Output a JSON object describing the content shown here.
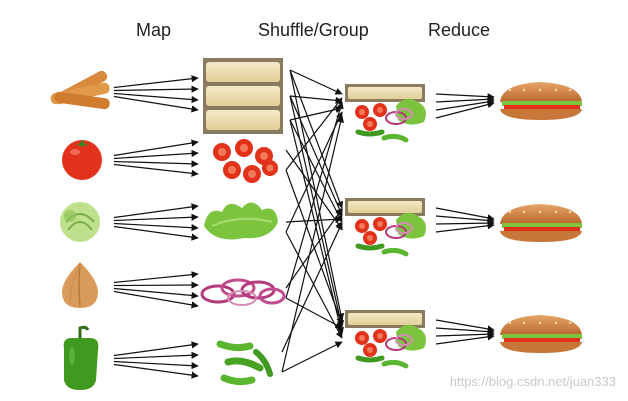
{
  "titles": {
    "map": "Map",
    "shuffle": "Shuffle/Group",
    "reduce": "Reduce"
  },
  "watermark": "https://blog.csdn.net/juan333",
  "inputs": [
    {
      "name": "bread-sticks",
      "icon": "bread-sticks-icon"
    },
    {
      "name": "tomato",
      "icon": "tomato-icon"
    },
    {
      "name": "lettuce",
      "icon": "lettuce-icon"
    },
    {
      "name": "onion",
      "icon": "onion-icon"
    },
    {
      "name": "green-pepper",
      "icon": "green-pepper-icon"
    }
  ],
  "mapped": [
    {
      "name": "bread-slices",
      "icon": "bread-slices-icon"
    },
    {
      "name": "tomato-slices",
      "icon": "tomato-slices-icon"
    },
    {
      "name": "lettuce-leaves",
      "icon": "lettuce-leaves-icon"
    },
    {
      "name": "onion-rings",
      "icon": "onion-rings-icon"
    },
    {
      "name": "pepper-strips",
      "icon": "pepper-strips-icon"
    }
  ],
  "groups": [
    {
      "name": "ingredient-group-1",
      "icon": "ingredient-group-icon"
    },
    {
      "name": "ingredient-group-2",
      "icon": "ingredient-group-icon"
    },
    {
      "name": "ingredient-group-3",
      "icon": "ingredient-group-icon"
    }
  ],
  "outputs": [
    {
      "name": "sandwich-1",
      "icon": "sandwich-icon"
    },
    {
      "name": "sandwich-2",
      "icon": "sandwich-icon"
    },
    {
      "name": "sandwich-3",
      "icon": "sandwich-icon"
    }
  ],
  "colors": {
    "arrow": "#111111",
    "bread": "#d98a3c",
    "tomato": "#e2321c",
    "lettuce": "#7cc43e",
    "onion": "#d89b5c",
    "onion_ring": "#b23a7a",
    "pepper": "#3f9a1f",
    "sandwich_bread": "#c8773a"
  }
}
